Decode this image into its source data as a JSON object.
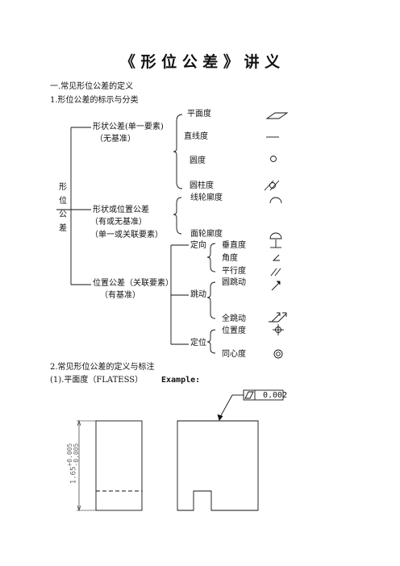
{
  "doc_title": "《 形 位 公 差 》 讲 义",
  "section1": "一.常见形位公差的定义",
  "section1_1": "1.形位公差的标示与分类",
  "root_chars": [
    "形",
    "位",
    "公",
    "差"
  ],
  "groups": {
    "form": {
      "label": "形状公差(单一要素)",
      "sub": "（无基准）"
    },
    "form_or_position": {
      "label": "形状或位置公差",
      "sub1": "（有或无基准）",
      "sub2": "（单一或关联要素）"
    },
    "position": {
      "label": "位置公差（关联要素）",
      "sub": "（有基准）"
    }
  },
  "form_items": [
    "平面度",
    "直线度",
    "圆度",
    "圆柱度"
  ],
  "profile_items": [
    "线轮廓度",
    "面轮廓度"
  ],
  "position_subgroups": {
    "orientation": "定向",
    "runout": "跳动",
    "location": "定位"
  },
  "orientation_items": [
    "垂直度",
    "角度",
    "平行度"
  ],
  "runout_items": [
    "圆跳动",
    "全跳动"
  ],
  "location_items": [
    "位置度",
    "同心度"
  ],
  "symbols": [
    "flatness-icon",
    "straightness-icon",
    "circularity-icon",
    "cylindricity-icon",
    "line-profile-icon",
    "surface-profile-icon",
    "perpendicularity-icon",
    "angularity-icon",
    "parallelism-icon",
    "circular-runout-icon",
    "total-runout-icon",
    "position-icon",
    "concentricity-icon"
  ],
  "section2": "2.常见形位公差的定义与标注",
  "section2_1": "(1).平面度（FLATESS）",
  "example_label": "Example:",
  "frame_value": "0.002",
  "dimension": {
    "nominal": "1.65",
    "upper": "+0.005",
    "lower": "-0.005"
  }
}
